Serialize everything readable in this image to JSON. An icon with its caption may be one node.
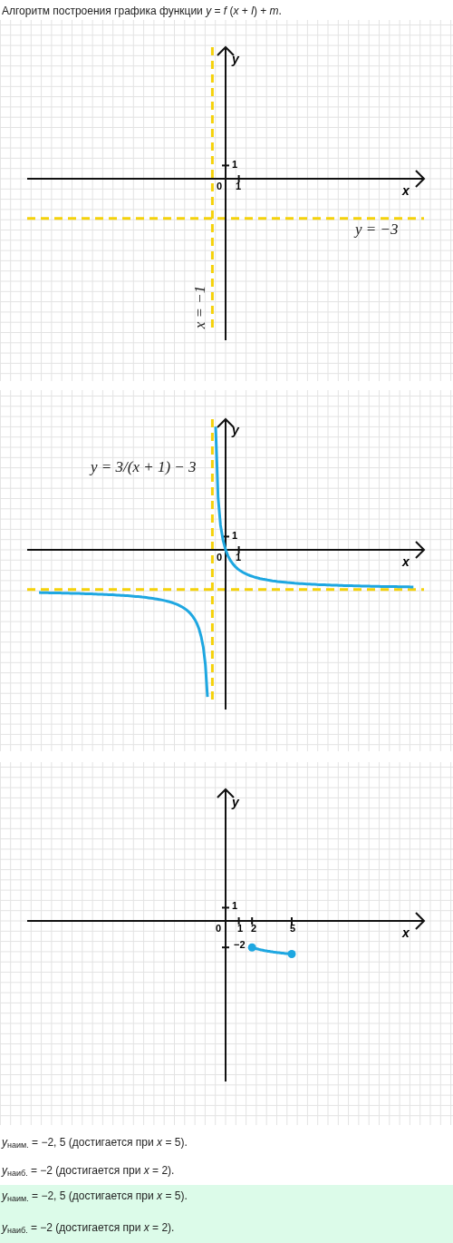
{
  "diagram": {
    "title": "Алгоритм построения графика функции *y* = *f* (*x* + *l*) + *m*.",
    "labels": [
      "y",
      "1",
      "0",
      "1",
      "x",
      "y = −3",
      "x = −1",
      "y",
      "y = 3/(x + 1) − 3",
      "1",
      "0",
      "1",
      "x",
      "y",
      "1",
      "0",
      "1",
      "2",
      "5",
      "x",
      "−2",
      "*y*$_{наим.}$ = −2, 5 (достигается при *x* = 5).",
      "*y*$_{наиб.}$ = −2 (достигается при *x* = 2).",
      "*y*$_{наим.}$ = −2, 5 (достигается при *x* = 5).",
      "*y*$_{наиб.}$ = −2 (достигается при *x* = 2)."
    ]
  }
}
